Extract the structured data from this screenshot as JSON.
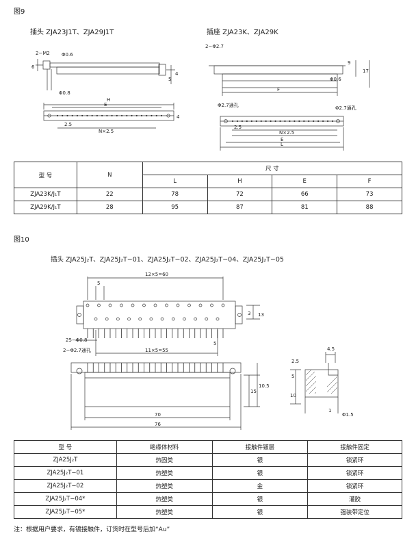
{
  "fig9": {
    "label": "图9",
    "plug_caption": "插头   ZJA23J1T、ZJA29J1T",
    "socket_caption": "插座   ZJA23K、ZJA29K",
    "dims": {
      "m2": "2−M2",
      "phi06": "Φ0.6",
      "phi08": "Φ0.8",
      "six": "6",
      "five": "5",
      "four": "4",
      "H": "H",
      "E": "E",
      "F": "F",
      "L": "L",
      "pitch25": "2.5",
      "nx25": "N×2.5",
      "d25": "2−Φ2.7",
      "d28": "Φ2.7通孔",
      "nine": "9",
      "seventeen": "17",
      "phi06b": "Φ0.6"
    },
    "table": {
      "model_header": "型   号",
      "n_header": "N",
      "dims_header": "尺   寸",
      "cols": [
        "L",
        "H",
        "E",
        "F"
      ],
      "rows": [
        {
          "model": "ZJA23K/J₁T",
          "n": "22",
          "L": "78",
          "H": "72",
          "E": "66",
          "F": "73"
        },
        {
          "model": "ZJA29K/J₁T",
          "n": "28",
          "L": "95",
          "H": "87",
          "E": "81",
          "F": "88"
        }
      ]
    }
  },
  "fig10": {
    "label": "图10",
    "caption": "插头   ZJA25J₂T、ZJA25J₂T−01、ZJA25J₂T−02、ZJA25J₂T−04、ZJA25J₂T−05",
    "dims": {
      "top": "12×5=60",
      "five": "5",
      "thirteen": "13",
      "three": "3",
      "pin": "25−Φ0.8",
      "five_b": "5",
      "bottom": "11×5=55",
      "hole": "2−Φ2.7通孔",
      "fifteen": "15",
      "ten5": "10.5",
      "seventy": "70",
      "seventysix": "76",
      "s45": "4.5",
      "s25": "2.5",
      "s5": "5",
      "s10": "10",
      "s1": "1",
      "phi15": "Φ1.5"
    },
    "table": {
      "headers": [
        "型   号",
        "绝缘体材料",
        "接触件镀层",
        "接触件固定"
      ],
      "rows": [
        [
          "ZJA25J₂T",
          "热固类",
          "银",
          "锁紧环"
        ],
        [
          "ZJA25J₂T−01",
          "热塑类",
          "银",
          "锁紧环"
        ],
        [
          "ZJA25J₂T−02",
          "热塑类",
          "金",
          "锁紧环"
        ],
        [
          "ZJA25J₂T−04*",
          "热塑类",
          "银",
          "灌胶"
        ],
        [
          "ZJA25J₂T−05*",
          "热塑类",
          "银",
          "强装带定位"
        ]
      ]
    },
    "note": "注：根据用户要求，有镀接触件，订货时在型号后加“Au”"
  }
}
